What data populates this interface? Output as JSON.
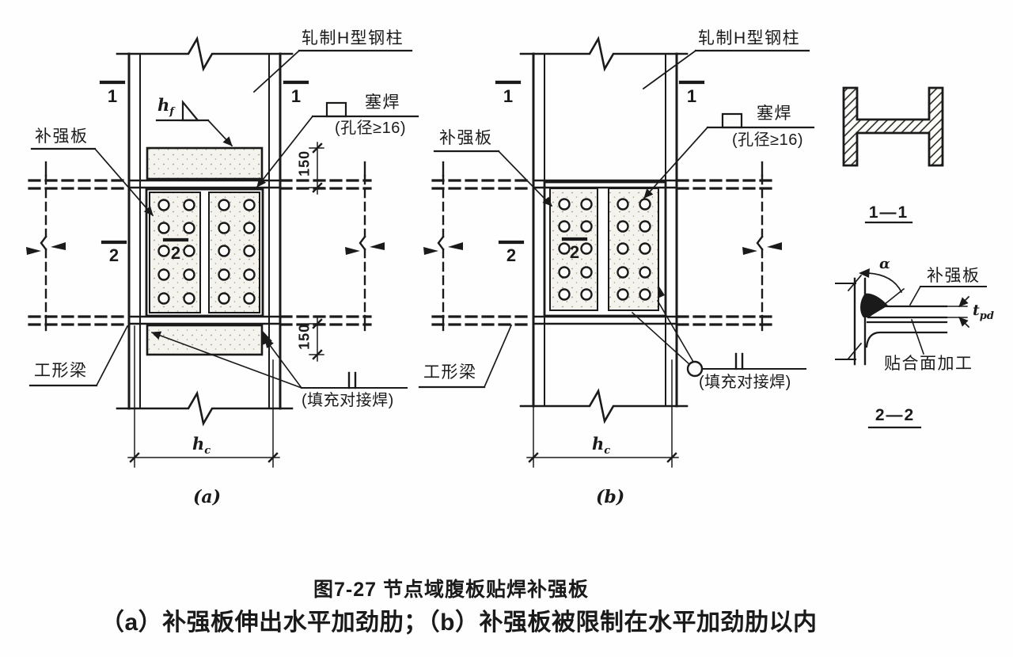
{
  "caption": {
    "line1": "图7-27 节点域腹板贴焊补强板",
    "line2": "（a）补强板伸出水平加劲肋；（b）补强板被限制在水平加劲肋以内"
  },
  "a": {
    "tag": "(a)",
    "column_label": "轧制H型钢柱",
    "plug_weld_label": "塞焊",
    "plug_weld_note": "(孔径≥16)",
    "plate_label": "补强板",
    "beam_label": "工形梁",
    "butt_weld_note": "(填充对接焊)",
    "section1": "1",
    "section2": "2",
    "dim_150_top": "150",
    "dim_150_bottom": "150",
    "hf": {
      "base": "h",
      "sub": "f"
    },
    "hc": {
      "base": "h",
      "sub": "c"
    }
  },
  "b": {
    "tag": "(b)",
    "column_label": "轧制H型钢柱",
    "plug_weld_label": "塞焊",
    "plug_weld_note": "(孔径≥16)",
    "plate_label": "补强板",
    "beam_label": "工形梁",
    "butt_weld_note": "(填充对接焊)",
    "section1": "1",
    "section2": "2",
    "hc": {
      "base": "h",
      "sub": "c"
    }
  },
  "s11": {
    "title": "1—1"
  },
  "s22": {
    "title": "2—2",
    "plate_label": "补强板",
    "surface_label": "贴合面加工",
    "angle": "α",
    "tpd": {
      "base": "t",
      "sub": "pd"
    }
  },
  "icons": {
    "parallel_weld_mark": "∥"
  }
}
